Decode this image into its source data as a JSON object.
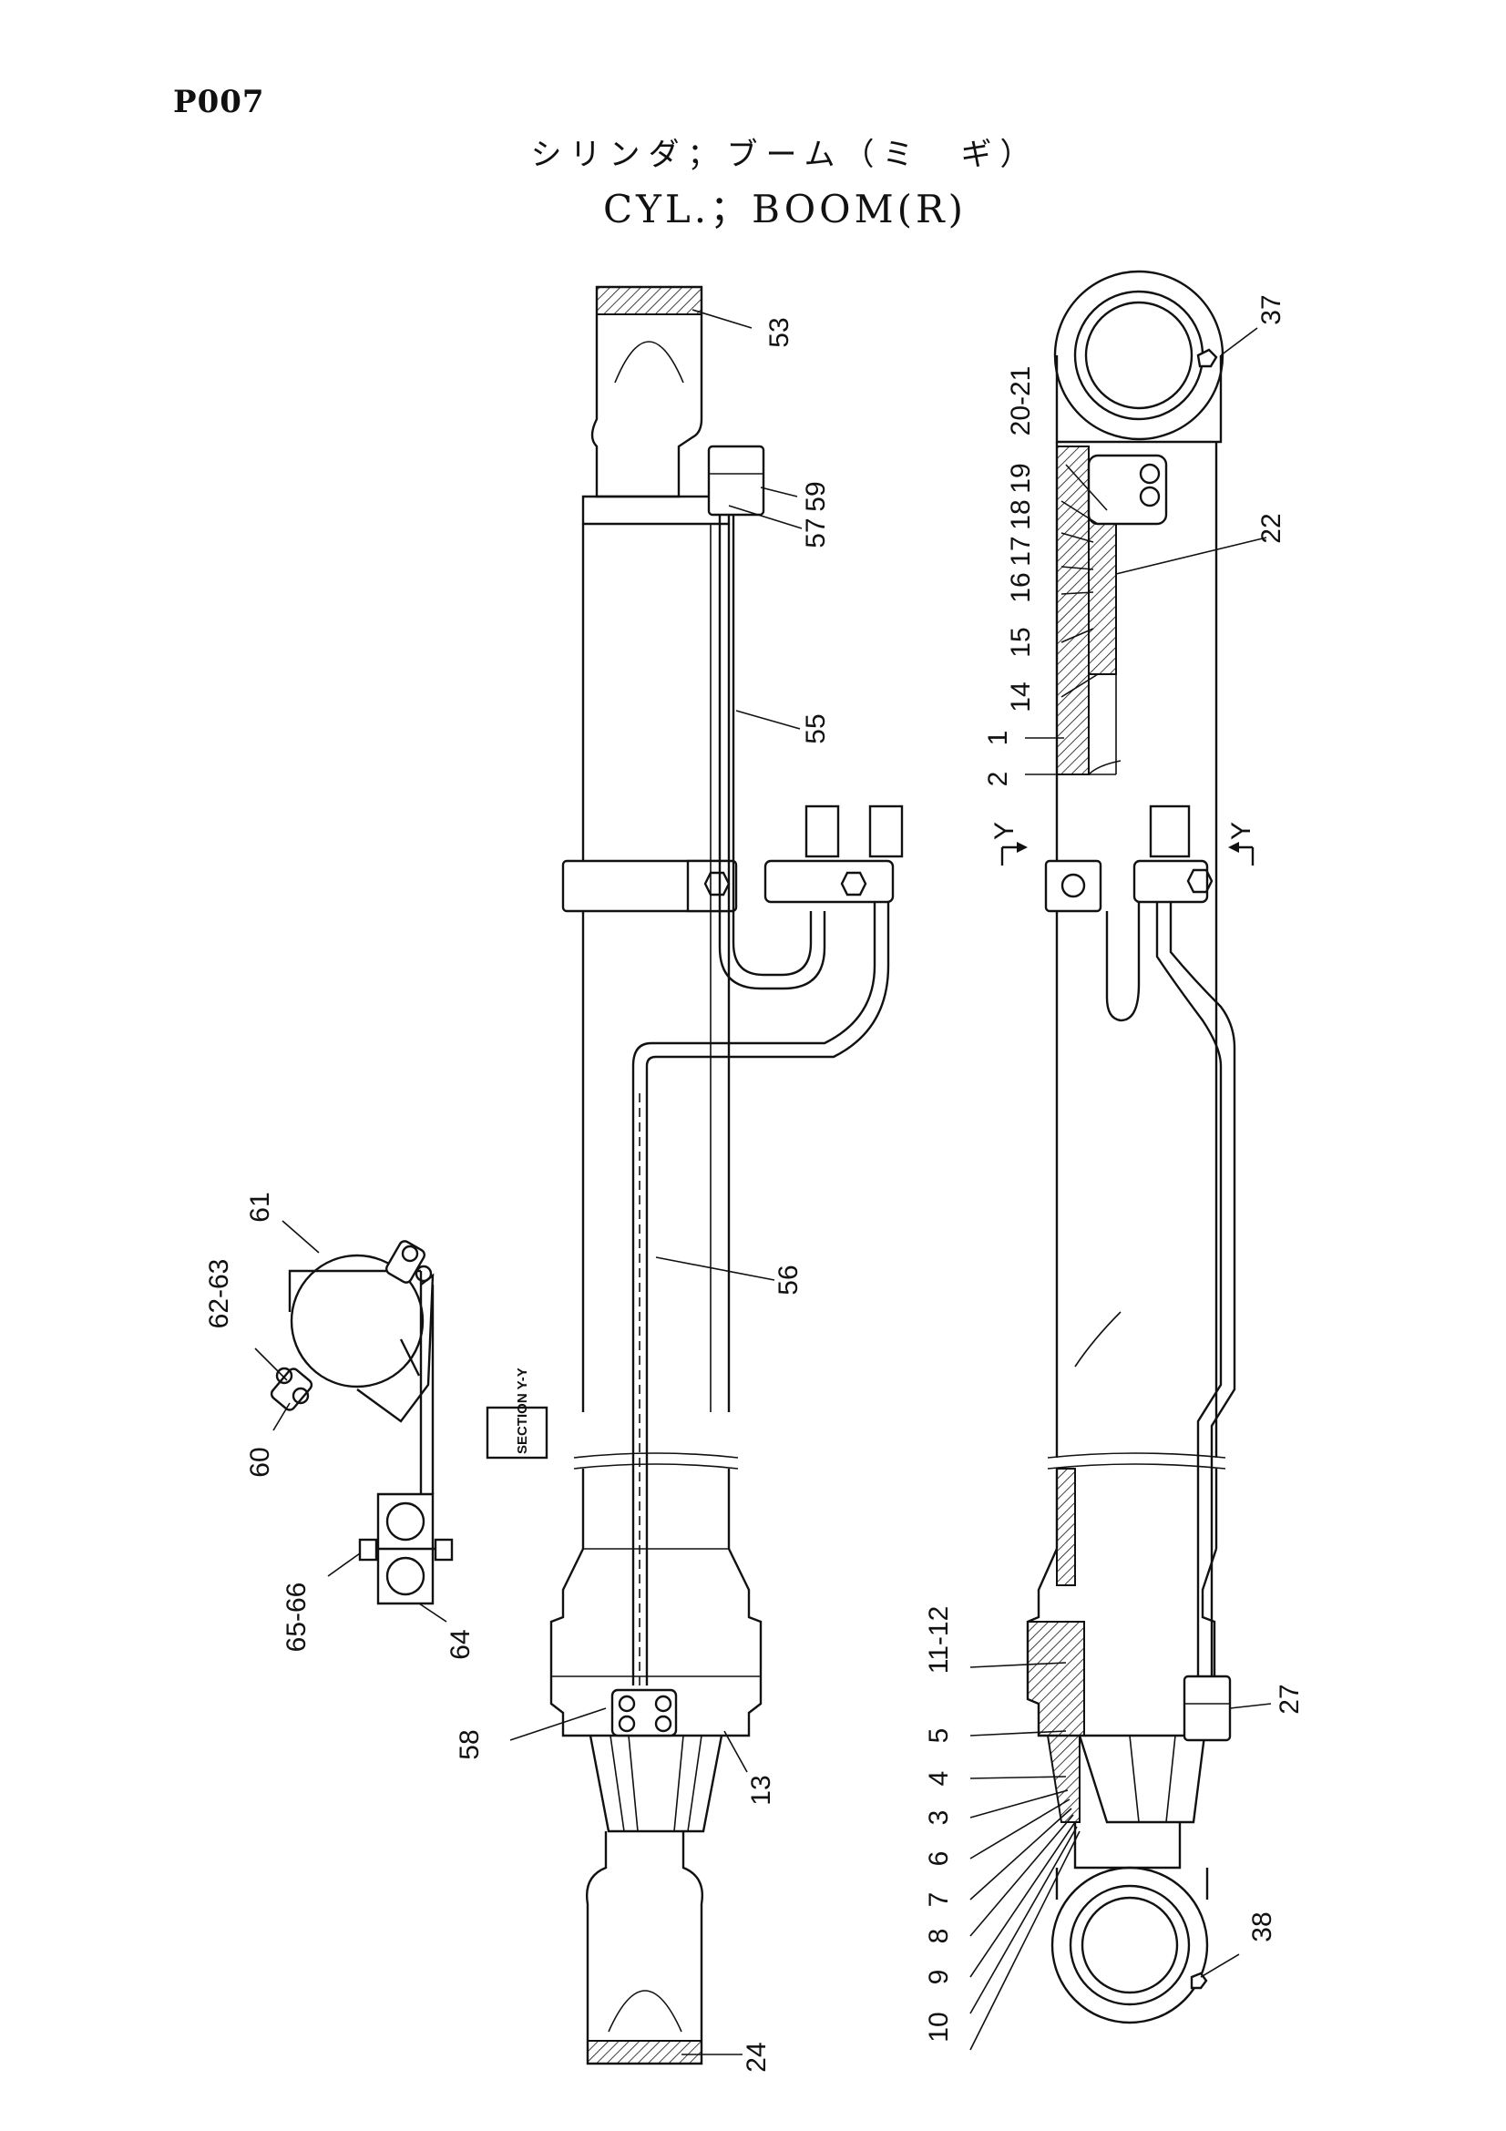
{
  "page_code": "P007",
  "title_jp": "シリンダ；ブーム（ミ　ギ）",
  "title_en": "CYL.；BOOM(R)",
  "section_label": "SECTION Y-Y",
  "section_marker": "Y",
  "callouts": {
    "c53": "53",
    "c59": "59",
    "c57": "57",
    "c55": "55",
    "c56": "56",
    "c58": "58",
    "c13": "13",
    "c24": "24",
    "c37": "37",
    "c20_21": "20-21",
    "c19": "19",
    "c18": "18",
    "c17": "17",
    "c16": "16",
    "c15": "15",
    "c14": "14",
    "c1": "1",
    "c2": "2",
    "c22": "22",
    "c27": "27",
    "c11_12": "11-12",
    "c5": "5",
    "c4": "4",
    "c3": "3",
    "c6": "6",
    "c7": "7",
    "c8": "8",
    "c9": "9",
    "c10": "10",
    "c38": "38",
    "c61": "61",
    "c62_63": "62-63",
    "c60": "60",
    "c65_66": "65-66",
    "c64": "64"
  }
}
